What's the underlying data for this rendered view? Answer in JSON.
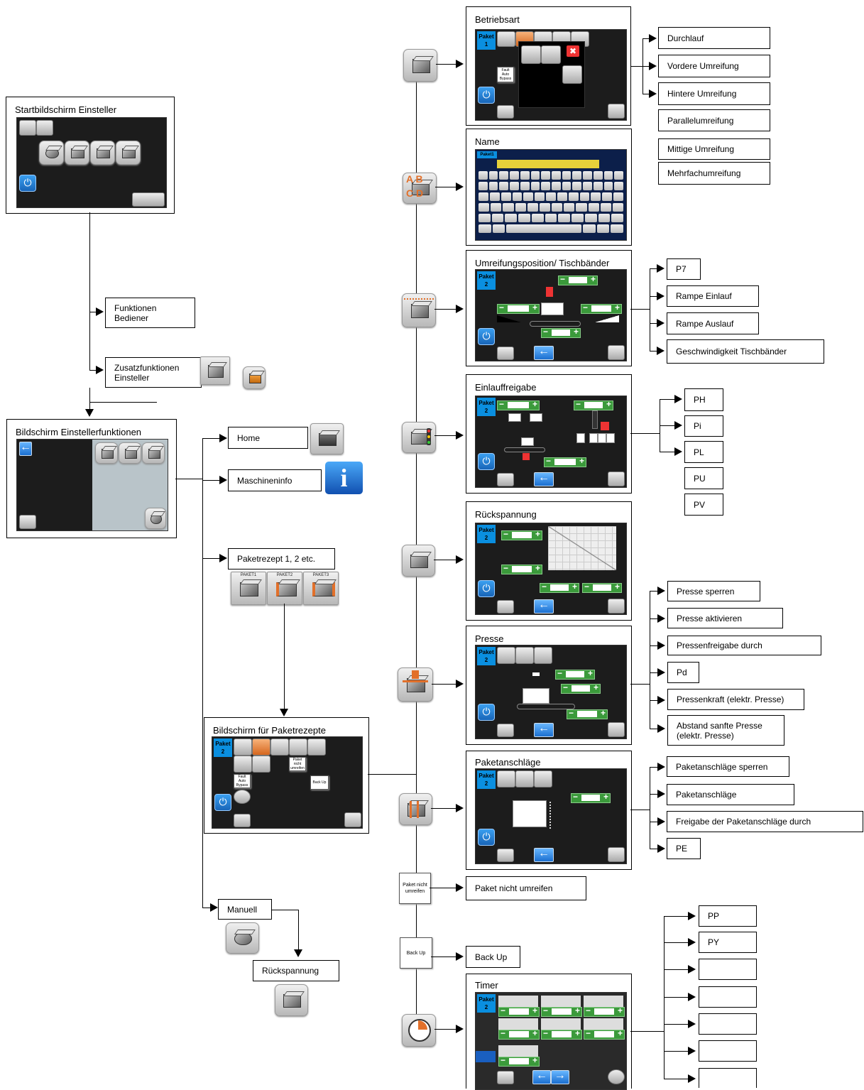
{
  "start_screen": {
    "title": "Startbildschirm Einsteller"
  },
  "operator": {
    "label": "Funktionen Bediener"
  },
  "extra": {
    "label": "Zusatzfunktionen Einsteller"
  },
  "setup_screen": {
    "title": "Bildschirm Einstellerfunktionen"
  },
  "branches": {
    "home": "Home",
    "machine_info": "Maschineninfo",
    "recipe": "Paketrezept 1, 2 etc.",
    "manual": "Manuell",
    "back_tension": "Rückspannung"
  },
  "recipe_icons": [
    "PAKET1",
    "PAKET2",
    "PAKET3"
  ],
  "recipe_screen": {
    "title": "Bildschirm für Paketrezepte"
  },
  "screens": {
    "betriebsart": "Betriebsart",
    "name": "Name",
    "position": "Umreifungsposition/ Tischbänder",
    "einlauf": "Einlauffreigabe",
    "rueck": "Rückspannung",
    "presse": "Presse",
    "anschlag": "Paketanschläge",
    "timer": "Timer"
  },
  "betriebsart_opts": [
    "Durchlauf",
    "Vordere Umreifung",
    "Hintere Umreifung",
    "Parallelumreifung",
    "Mittige Umreifung",
    "Mehrfachumreifung"
  ],
  "position_opts": [
    "P7",
    "Rampe Einlauf",
    "Rampe Auslauf",
    "Geschwindigkeit Tischbänder"
  ],
  "einlauf_opts": [
    "PH",
    "Pi",
    "PL",
    "PU",
    "PV"
  ],
  "presse_opts": [
    "Presse sperren",
    "Presse aktivieren",
    "Pressenfreigabe durch",
    "Pd",
    "Pressenkraft (elektr. Presse)",
    "Abstand sanfte Presse (elektr. Presse)"
  ],
  "anschlag_opts": [
    "Paketanschläge sperren",
    "Paketanschläge",
    "Freigabe der Paketanschläge durch",
    "PE"
  ],
  "timer_opts": [
    "PP",
    "PY",
    "",
    "",
    "",
    "",
    ""
  ],
  "no_strap": {
    "icon": "Paket nicht umreifen",
    "label": "Paket nicht umreifen"
  },
  "backup": {
    "icon": "Back Up",
    "label": "Back Up"
  },
  "ui": {
    "paket1": "Paket 1",
    "paket2": "Paket 2",
    "fault": "Fault Auto Bypass",
    "nicht": "Paket nicht umreifen",
    "backup": "Back Up",
    "paket_tag": "Paket1"
  }
}
